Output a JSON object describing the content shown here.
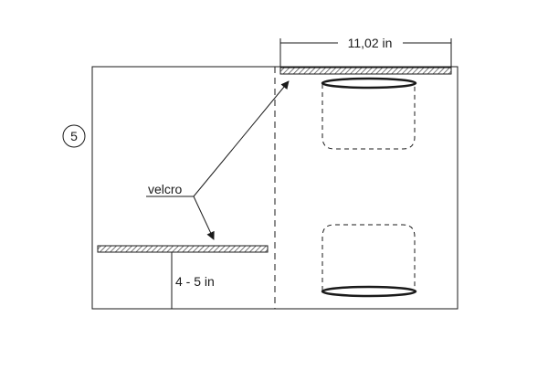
{
  "step": {
    "number": "5"
  },
  "labels": {
    "velcro": "velcro",
    "width_dimension": "11,02 in",
    "height_dimension": "4 - 5 in"
  },
  "colors": {
    "line": "#1a1a1a",
    "hatch": "#555555",
    "background": "#ffffff"
  }
}
